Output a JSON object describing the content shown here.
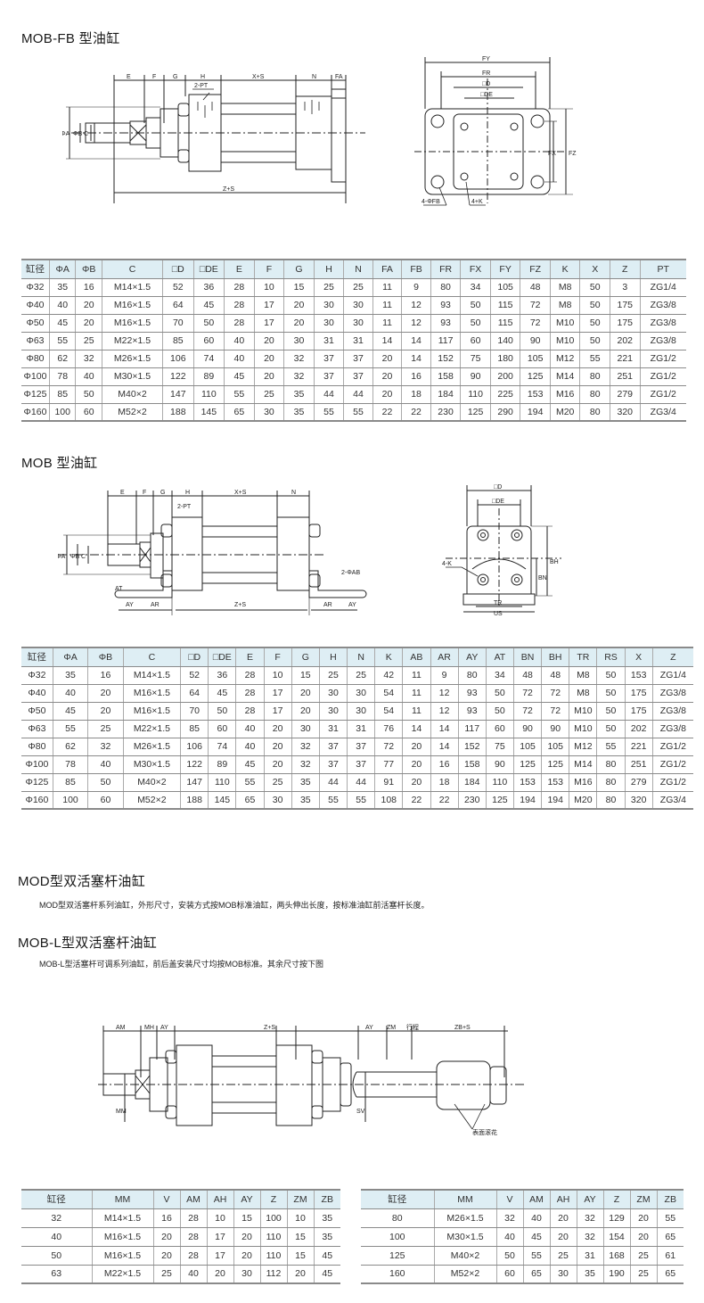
{
  "sections": {
    "fb": {
      "title": "MOB-FB 型油缸",
      "side_labels": [
        "E",
        "F",
        "G",
        "H",
        "X+S",
        "N",
        "FA",
        "2-PT",
        "ΦA",
        "ΦB",
        "C",
        "Z+S"
      ],
      "front_labels": [
        "FY",
        "FR",
        "□D",
        "□DE",
        "FX",
        "FZ",
        "4-ΦFB",
        "4+K"
      ],
      "table": {
        "headers": [
          "缸径",
          "ΦA",
          "ΦB",
          "C",
          "□D",
          "□DE",
          "E",
          "F",
          "G",
          "H",
          "N",
          "FA",
          "FB",
          "FR",
          "FX",
          "FY",
          "FZ",
          "K",
          "X",
          "Z",
          "PT"
        ],
        "rows": [
          [
            "Φ32",
            "35",
            "16",
            "M14×1.5",
            "52",
            "36",
            "28",
            "10",
            "15",
            "25",
            "25",
            "11",
            "9",
            "80",
            "34",
            "105",
            "48",
            "M8",
            "50",
            "3",
            "ZG1/4"
          ],
          [
            "Φ40",
            "40",
            "20",
            "M16×1.5",
            "64",
            "45",
            "28",
            "17",
            "20",
            "30",
            "30",
            "11",
            "12",
            "93",
            "50",
            "115",
            "72",
            "M8",
            "50",
            "175",
            "ZG3/8"
          ],
          [
            "Φ50",
            "45",
            "20",
            "M16×1.5",
            "70",
            "50",
            "28",
            "17",
            "20",
            "30",
            "30",
            "11",
            "12",
            "93",
            "50",
            "115",
            "72",
            "M10",
            "50",
            "175",
            "ZG3/8"
          ],
          [
            "Φ63",
            "55",
            "25",
            "M22×1.5",
            "85",
            "60",
            "40",
            "20",
            "30",
            "31",
            "31",
            "14",
            "14",
            "117",
            "60",
            "140",
            "90",
            "M10",
            "50",
            "202",
            "ZG3/8"
          ],
          [
            "Φ80",
            "62",
            "32",
            "M26×1.5",
            "106",
            "74",
            "40",
            "20",
            "32",
            "37",
            "37",
            "20",
            "14",
            "152",
            "75",
            "180",
            "105",
            "M12",
            "55",
            "221",
            "ZG1/2"
          ],
          [
            "Φ100",
            "78",
            "40",
            "M30×1.5",
            "122",
            "89",
            "45",
            "20",
            "32",
            "37",
            "37",
            "20",
            "16",
            "158",
            "90",
            "200",
            "125",
            "M14",
            "80",
            "251",
            "ZG1/2"
          ],
          [
            "Φ125",
            "85",
            "50",
            "M40×2",
            "147",
            "110",
            "55",
            "25",
            "35",
            "44",
            "44",
            "20",
            "18",
            "184",
            "110",
            "225",
            "153",
            "M16",
            "80",
            "279",
            "ZG1/2"
          ],
          [
            "Φ160",
            "100",
            "60",
            "M52×2",
            "188",
            "145",
            "65",
            "30",
            "35",
            "55",
            "55",
            "22",
            "22",
            "230",
            "125",
            "290",
            "194",
            "M20",
            "80",
            "320",
            "ZG3/4"
          ]
        ]
      }
    },
    "mob": {
      "title": "MOB 型油缸",
      "side_labels": [
        "E",
        "F",
        "G",
        "H",
        "X+S",
        "N",
        "2-PT",
        "ΦA",
        "ΦB",
        "C",
        "AT",
        "AY",
        "AR",
        "Z+S",
        "2-ΦAB"
      ],
      "front_labels": [
        "□D",
        "□DE",
        "4-K",
        "BH",
        "BN",
        "TR",
        "US"
      ],
      "table": {
        "headers": [
          "缸径",
          "ΦA",
          "ΦB",
          "C",
          "□D",
          "□DE",
          "E",
          "F",
          "G",
          "H",
          "N",
          "K",
          "AB",
          "AR",
          "AY",
          "AT",
          "BN",
          "BH",
          "TR",
          "RS",
          "X",
          "Z"
        ],
        "rows": [
          [
            "Φ32",
            "35",
            "16",
            "M14×1.5",
            "52",
            "36",
            "28",
            "10",
            "15",
            "25",
            "25",
            "42",
            "11",
            "9",
            "80",
            "34",
            "48",
            "48",
            "M8",
            "50",
            "153",
            "ZG1/4"
          ],
          [
            "Φ40",
            "40",
            "20",
            "M16×1.5",
            "64",
            "45",
            "28",
            "17",
            "20",
            "30",
            "30",
            "54",
            "11",
            "12",
            "93",
            "50",
            "72",
            "72",
            "M8",
            "50",
            "175",
            "ZG3/8"
          ],
          [
            "Φ50",
            "45",
            "20",
            "M16×1.5",
            "70",
            "50",
            "28",
            "17",
            "20",
            "30",
            "30",
            "54",
            "11",
            "12",
            "93",
            "50",
            "72",
            "72",
            "M10",
            "50",
            "175",
            "ZG3/8"
          ],
          [
            "Φ63",
            "55",
            "25",
            "M22×1.5",
            "85",
            "60",
            "40",
            "20",
            "30",
            "31",
            "31",
            "76",
            "14",
            "14",
            "117",
            "60",
            "90",
            "90",
            "M10",
            "50",
            "202",
            "ZG3/8"
          ],
          [
            "Φ80",
            "62",
            "32",
            "M26×1.5",
            "106",
            "74",
            "40",
            "20",
            "32",
            "37",
            "37",
            "72",
            "20",
            "14",
            "152",
            "75",
            "105",
            "105",
            "M12",
            "55",
            "221",
            "ZG1/2"
          ],
          [
            "Φ100",
            "78",
            "40",
            "M30×1.5",
            "122",
            "89",
            "45",
            "20",
            "32",
            "37",
            "37",
            "77",
            "20",
            "16",
            "158",
            "90",
            "125",
            "125",
            "M14",
            "80",
            "251",
            "ZG1/2"
          ],
          [
            "Φ125",
            "85",
            "50",
            "M40×2",
            "147",
            "110",
            "55",
            "25",
            "35",
            "44",
            "44",
            "91",
            "20",
            "18",
            "184",
            "110",
            "153",
            "153",
            "M16",
            "80",
            "279",
            "ZG1/2"
          ],
          [
            "Φ160",
            "100",
            "60",
            "M52×2",
            "188",
            "145",
            "65",
            "30",
            "35",
            "55",
            "55",
            "108",
            "22",
            "22",
            "230",
            "125",
            "194",
            "194",
            "M20",
            "80",
            "320",
            "ZG3/4"
          ]
        ]
      }
    },
    "mod": {
      "title": "MOD型双活塞杆油缸",
      "description": "MOD型双活塞杆系列油缸，外形尺寸，安装方式按MOB标准油缸，两头伸出长度，按标准油缸前活塞杆长度。"
    },
    "mobl": {
      "title": "MOB-L型双活塞杆油缸",
      "description": "MOB-L型活塞杆可调系列油缸，前后盖安装尺寸均按MOB标准。其余尺寸按下图",
      "diagram_labels": [
        "AM",
        "MH",
        "AY",
        "Z+S",
        "AY",
        "ZM",
        "行程",
        "ZB+S",
        "MM",
        "SV",
        "表面滚花"
      ],
      "table_left": {
        "headers": [
          "缸径",
          "MM",
          "V",
          "AM",
          "AH",
          "AY",
          "Z",
          "ZM",
          "ZB"
        ],
        "rows": [
          [
            "32",
            "M14×1.5",
            "16",
            "28",
            "10",
            "15",
            "100",
            "10",
            "35"
          ],
          [
            "40",
            "M16×1.5",
            "20",
            "28",
            "17",
            "20",
            "110",
            "15",
            "35"
          ],
          [
            "50",
            "M16×1.5",
            "20",
            "28",
            "17",
            "20",
            "110",
            "15",
            "45"
          ],
          [
            "63",
            "M22×1.5",
            "25",
            "40",
            "20",
            "30",
            "112",
            "20",
            "45"
          ]
        ]
      },
      "table_right": {
        "headers": [
          "缸径",
          "MM",
          "V",
          "AM",
          "AH",
          "AY",
          "Z",
          "ZM",
          "ZB"
        ],
        "rows": [
          [
            "80",
            "M26×1.5",
            "32",
            "40",
            "20",
            "32",
            "129",
            "20",
            "55"
          ],
          [
            "100",
            "M30×1.5",
            "40",
            "45",
            "20",
            "32",
            "154",
            "20",
            "65"
          ],
          [
            "125",
            "M40×2",
            "50",
            "55",
            "25",
            "31",
            "168",
            "25",
            "61"
          ],
          [
            "160",
            "M52×2",
            "60",
            "65",
            "30",
            "35",
            "190",
            "25",
            "65"
          ]
        ]
      }
    }
  },
  "colors": {
    "header_bg": "#deeef4",
    "rule": "#8a8a8a",
    "line": "#222222"
  }
}
